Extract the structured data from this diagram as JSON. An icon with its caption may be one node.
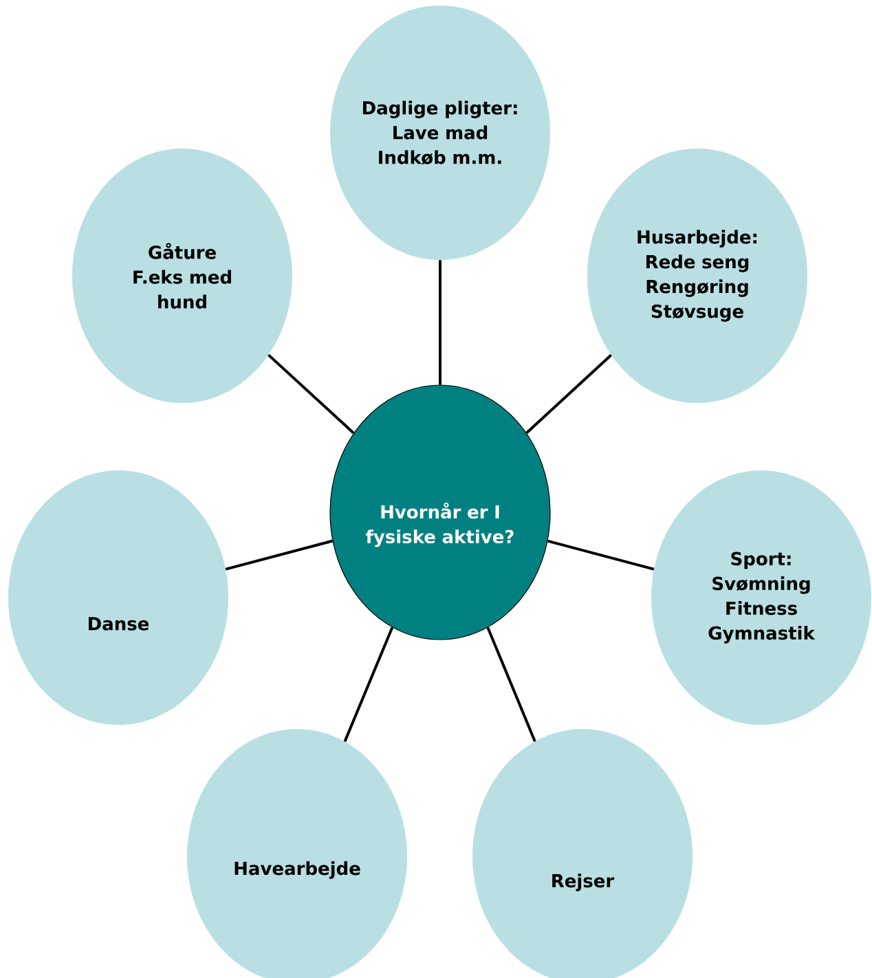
{
  "diagram": {
    "nodes": [
      {
        "text": [
          "Hvornår er I fysiske aktive?"
        ]
      },
      {
        "text": [
          "Daglige pligter:",
          "Lave mad",
          "Indkøb m.m."
        ]
      },
      {
        "text": [
          "Husarbejde:",
          "Rede seng",
          "Rengøring",
          "Støvsuge"
        ]
      },
      {
        "text": [
          "Sport:",
          "Svømning",
          "Fitness",
          "Gymnastik"
        ]
      },
      {
        "text": [
          "Rejser"
        ]
      },
      {
        "text": [
          "Havearbejde"
        ]
      },
      {
        "text": [
          "Danse"
        ]
      },
      {
        "text": [
          "Gåture",
          "F.eks med hund"
        ]
      }
    ],
    "edges": [
      {
        "from": 0,
        "to": 1,
        "arrow": "none"
      },
      {
        "from": 0,
        "to": 2,
        "arrow": "none"
      },
      {
        "from": 0,
        "to": 3,
        "arrow": "none"
      },
      {
        "from": 0,
        "to": 4,
        "arrow": "none"
      },
      {
        "from": 0,
        "to": 5,
        "arrow": "none"
      },
      {
        "from": 0,
        "to": 6,
        "arrow": "none"
      },
      {
        "from": 0,
        "to": 7,
        "arrow": "none"
      }
    ]
  }
}
